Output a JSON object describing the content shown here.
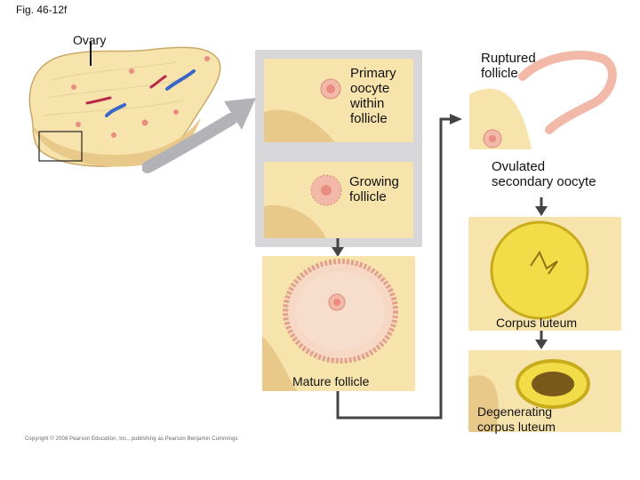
{
  "figure_label": "Fig. 46-12f",
  "labels": {
    "ovary": "Ovary",
    "primary": "Primary\noocyte\nwithin\nfollicle",
    "growing": "Growing\nfollicle",
    "mature": "Mature follicle",
    "ruptured": "Ruptured\nfollicle",
    "ovulated": "Ovulated\nsecondary oocyte",
    "corpus": "Corpus luteum",
    "degenerating": "Degenerating\ncorpus luteum"
  },
  "copyright": "Copyright © 2008 Pearson Education, Inc., publishing as Pearson Benjamin Cummings",
  "colors": {
    "tissue": "#f7e4ad",
    "tissue_dark": "#e9c98a",
    "follicle": "#f2b9a8",
    "oocyte": "#e98d83",
    "corpus": "#f2dc47",
    "corpus_dark": "#c9ac1c",
    "arrow_gray": "#b3b3b7",
    "connector": "#444444",
    "panel_bg": "#d7d7d9"
  }
}
